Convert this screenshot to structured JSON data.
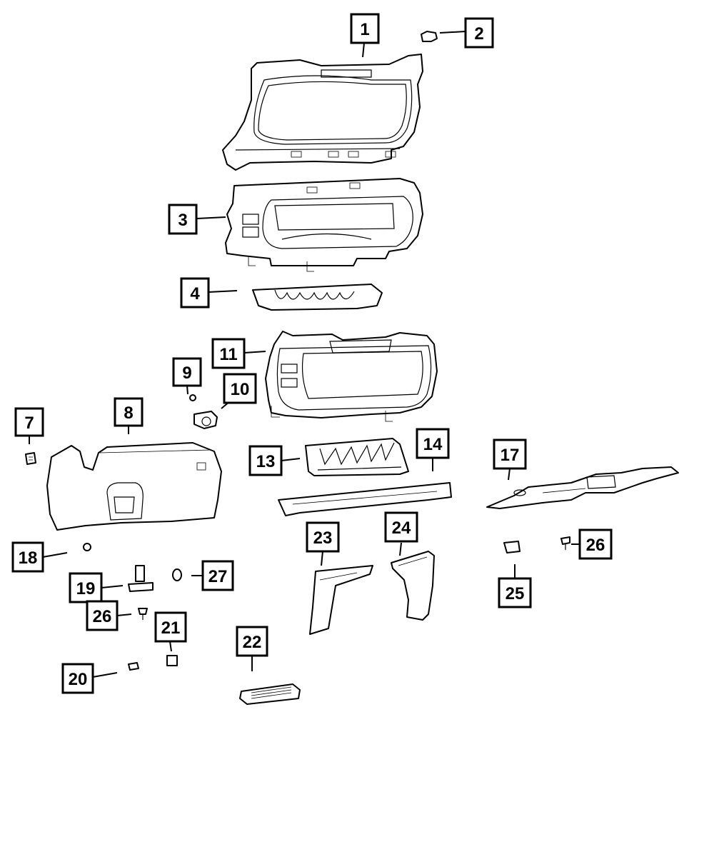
{
  "callouts": {
    "c1": "1",
    "c2": "2",
    "c3": "3",
    "c4": "4",
    "c7": "7",
    "c8": "8",
    "c9": "9",
    "c10": "10",
    "c11": "11",
    "c13": "13",
    "c14": "14",
    "c17": "17",
    "c18": "18",
    "c19": "19",
    "c20": "20",
    "c21": "21",
    "c22": "22",
    "c23": "23",
    "c24": "24",
    "c25": "25",
    "c26a": "26",
    "c26b": "26",
    "c27": "27"
  },
  "icons": [
    "callout-box",
    "leader-line",
    "part-illustration"
  ]
}
